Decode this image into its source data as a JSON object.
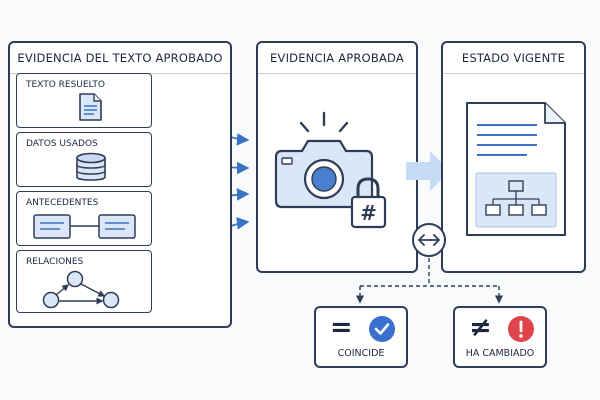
{
  "left_panel": {
    "title": "EVIDENCIA DEL TEXTO APROBADO",
    "cards": [
      {
        "label": "TEXTO RESUELTO",
        "icon": "document-icon"
      },
      {
        "label": "DATOS USADOS",
        "icon": "database-icon"
      },
      {
        "label": "ANTECEDENTES",
        "icon": "linked-records-icon"
      },
      {
        "label": "RELACIONES",
        "icon": "relations-graph-icon"
      }
    ]
  },
  "middle_panel": {
    "title": "EVIDENCIA APROBADA",
    "icon": "camera-lock-hash-icon",
    "lock_symbol": "#"
  },
  "right_panel": {
    "title": "ESTADO VIGENTE",
    "icon": "document-diagram-icon"
  },
  "compare": {
    "icon": "compare-arrows-icon"
  },
  "results": {
    "match": {
      "symbol": "=",
      "label": "COINCIDE",
      "icon": "check-icon"
    },
    "changed": {
      "symbol": "≠",
      "label": "HA CAMBIADO",
      "icon": "alert-icon"
    }
  },
  "colors": {
    "outline": "#2f3d57",
    "accent_blue": "#3b73c4",
    "fill_light_blue": "#dbe7f7",
    "check_blue": "#3a6fd0",
    "alert_red": "#e0454c"
  }
}
